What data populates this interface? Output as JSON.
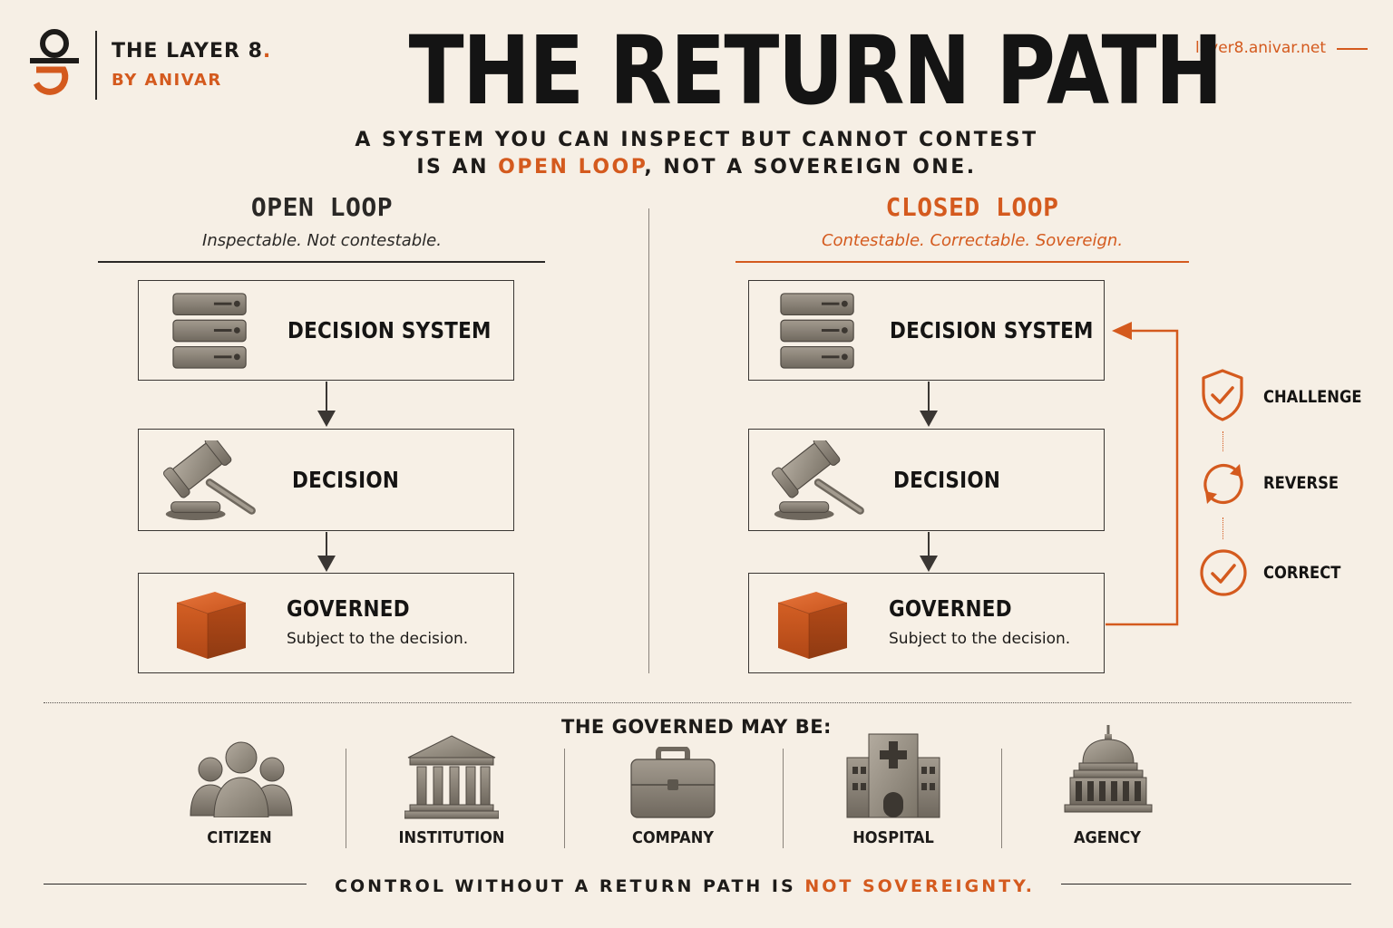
{
  "brand": {
    "name": "THE LAYER 8",
    "name_dot": ".",
    "byline": "BY ANIVAR",
    "url": "layer8.anivar.net"
  },
  "title": "THE RETURN PATH",
  "subtitle": {
    "line1": "A SYSTEM YOU CAN INSPECT BUT CANNOT CONTEST",
    "line2_pre": "IS AN ",
    "line2_highlight": "OPEN LOOP",
    "line2_post": ", NOT A SOVEREIGN ONE."
  },
  "open_loop": {
    "title": "OPEN LOOP",
    "note": "Inspectable. Not contestable.",
    "boxes": {
      "decision_system": "DECISION SYSTEM",
      "decision": "DECISION",
      "governed": "GOVERNED",
      "governed_sub": "Subject to the decision."
    }
  },
  "closed_loop": {
    "title": "CLOSED LOOP",
    "note": "Contestable. Correctable. Sovereign.",
    "boxes": {
      "decision_system": "DECISION SYSTEM",
      "decision": "DECISION",
      "governed": "GOVERNED",
      "governed_sub": "Subject to the decision."
    },
    "feedback": [
      {
        "label": "CHALLENGE",
        "icon": "shield-check-icon"
      },
      {
        "label": "REVERSE",
        "icon": "cycle-arrows-icon"
      },
      {
        "label": "CORRECT",
        "icon": "circle-check-icon"
      }
    ]
  },
  "governed_may_be": {
    "heading": "THE GOVERNED MAY BE:",
    "entities": [
      {
        "label": "CITIZEN",
        "icon": "people-icon"
      },
      {
        "label": "INSTITUTION",
        "icon": "institution-building-icon"
      },
      {
        "label": "COMPANY",
        "icon": "briefcase-icon"
      },
      {
        "label": "HOSPITAL",
        "icon": "hospital-icon"
      },
      {
        "label": "AGENCY",
        "icon": "capitol-dome-icon"
      }
    ]
  },
  "footer": {
    "pre": "CONTROL WITHOUT A RETURN PATH IS ",
    "highlight": "NOT SOVEREIGNTY."
  },
  "colors": {
    "accent": "#d45a1e",
    "background": "#f6efe5",
    "ink": "#1d1b19",
    "stone": "#8c857a"
  }
}
